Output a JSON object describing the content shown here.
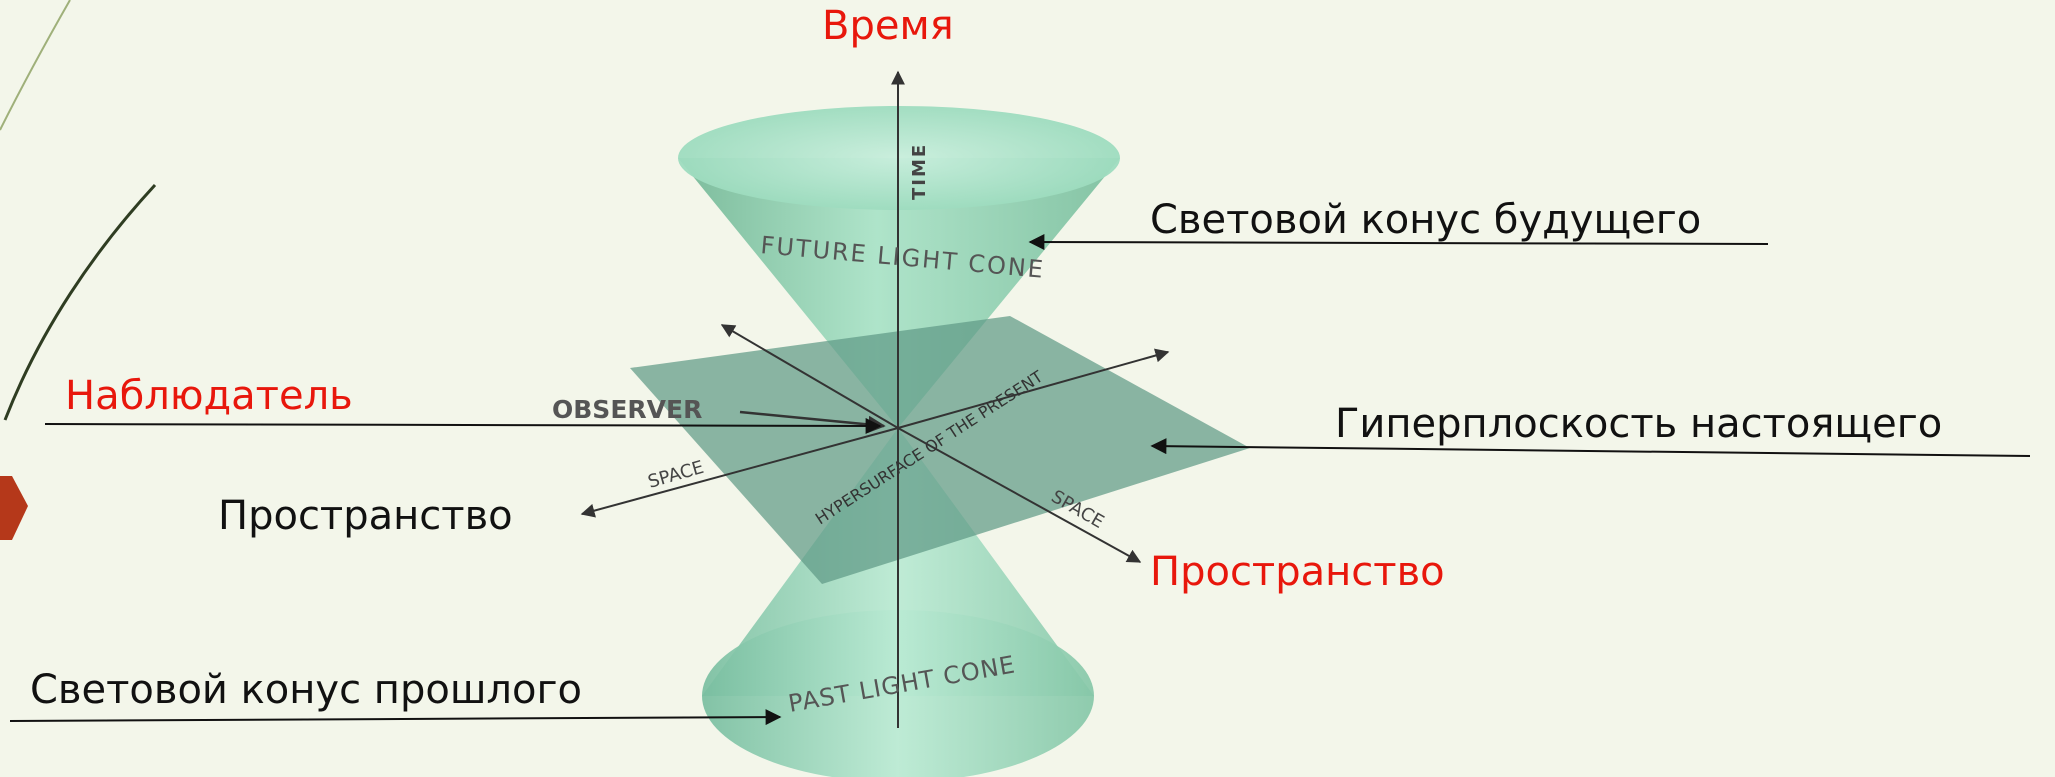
{
  "labels": {
    "time_ru": "Время",
    "future_cone_ru": "Световой конус будущего",
    "observer_ru": "Наблюдатель",
    "hypersurface_ru": "Гиперплоскость настоящего",
    "space_left_ru": "Пространство",
    "space_right_ru": "Пространство",
    "past_cone_ru": "Световой конус прошлого"
  },
  "figure_labels": {
    "time": "TIME",
    "future_cone": "FUTURE LIGHT CONE",
    "observer": "OBSERVER",
    "space_left": "SPACE",
    "space_right": "SPACE",
    "hypersurface": "HYPERSURFACE OF THE PRESENT",
    "past_cone": "PAST LIGHT CONE"
  },
  "colors": {
    "background": "#f3f6ea",
    "accent_red": "#e8170c",
    "cone_fill": "#8fd3b3",
    "plane_fill": "#6a9c8c",
    "decor_arrow": "#b5381a"
  }
}
